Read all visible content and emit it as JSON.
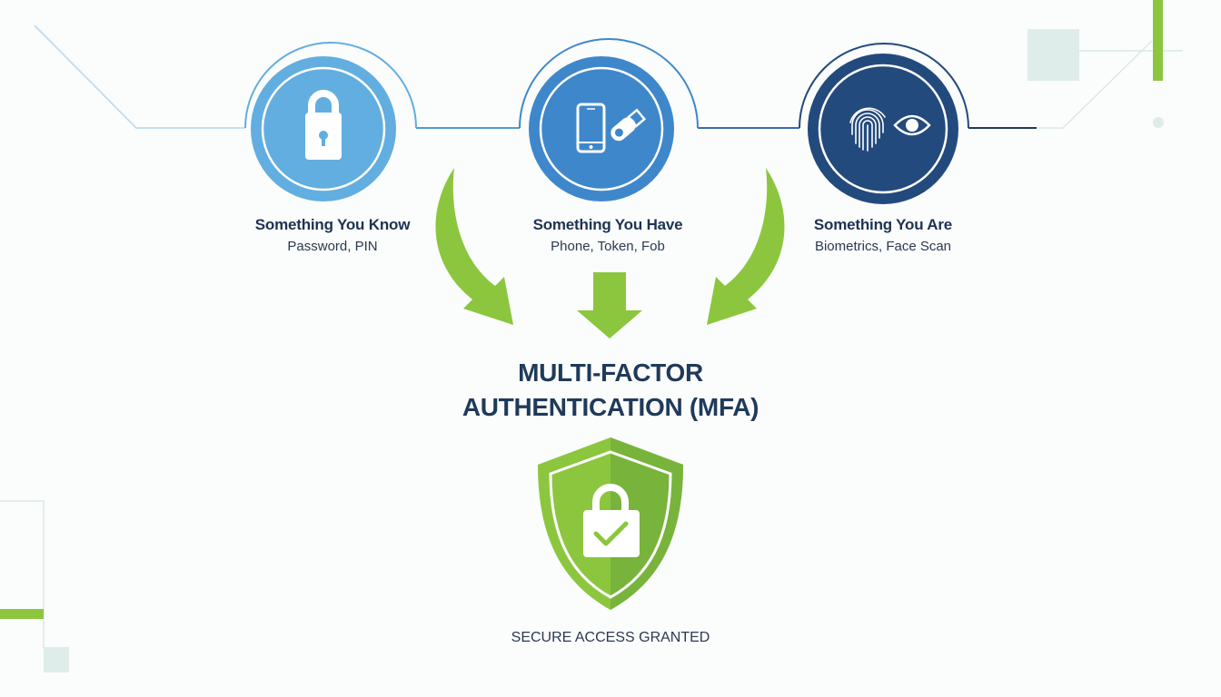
{
  "factors": [
    {
      "title": "Something You Know",
      "subtitle": "Password, PIN",
      "icon": "padlock-icon",
      "color": "#62aee0"
    },
    {
      "title": "Something You Have",
      "subtitle": "Phone, Token, Fob",
      "icon": "phone-and-usb-token-icon",
      "color": "#3f87cb"
    },
    {
      "title": "Something You Are",
      "subtitle": "Biometrics, Face Scan",
      "icon": "fingerprint-and-eye-icon",
      "color": "#234a7d"
    }
  ],
  "title": {
    "line1": "MULTI-FACTOR",
    "line2": "AUTHENTICATION (MFA)"
  },
  "result": {
    "icon": "shield-lock-check-icon",
    "label": "SECURE ACCESS GRANTED"
  },
  "colors": {
    "accent_green": "#8cc63f",
    "dark_navy": "#1f3a5a",
    "decor_teal": "#dcecea"
  }
}
